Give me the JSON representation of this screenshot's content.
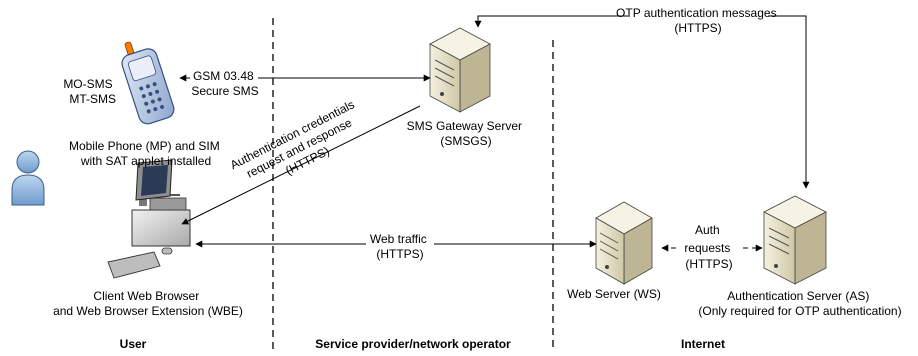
{
  "phone": {
    "protocols": [
      "MO-SMS",
      "MT-SMS"
    ],
    "caption": [
      "Mobile Phone (MP) and SIM",
      "with SAT applet installed"
    ]
  },
  "sms_link": {
    "lines": [
      "GSM 03.48",
      "Secure SMS"
    ]
  },
  "gateway": {
    "lines": [
      "SMS Gateway Server",
      "(SMSGS)"
    ]
  },
  "otp_link": {
    "lines": [
      "OTP authentication messages",
      "(HTTPS)"
    ]
  },
  "auth_cred_link": {
    "lines": [
      "Authentication credentials",
      "request and response",
      "(HTTPS)"
    ]
  },
  "web_traffic_link": {
    "lines": [
      "Web traffic",
      "(HTTPS)"
    ]
  },
  "auth_req_link": {
    "lines": [
      "Auth",
      "requests",
      "(HTTPS)"
    ]
  },
  "client": {
    "lines": [
      "Client Web Browser",
      "and Web Browser Extension (WBE)"
    ]
  },
  "web_server": {
    "lines": [
      "Web Server (WS)"
    ]
  },
  "auth_server": {
    "lines": [
      "Authentication Server (AS)",
      "(Only required for OTP authentication)"
    ]
  },
  "zones": {
    "user": "User",
    "provider": "Service provider/network operator",
    "internet": "Internet"
  },
  "colors": {
    "server": "#e8e3c8",
    "phone": "#b9c9e6",
    "person": "#8fb6de",
    "line": "#000000"
  }
}
